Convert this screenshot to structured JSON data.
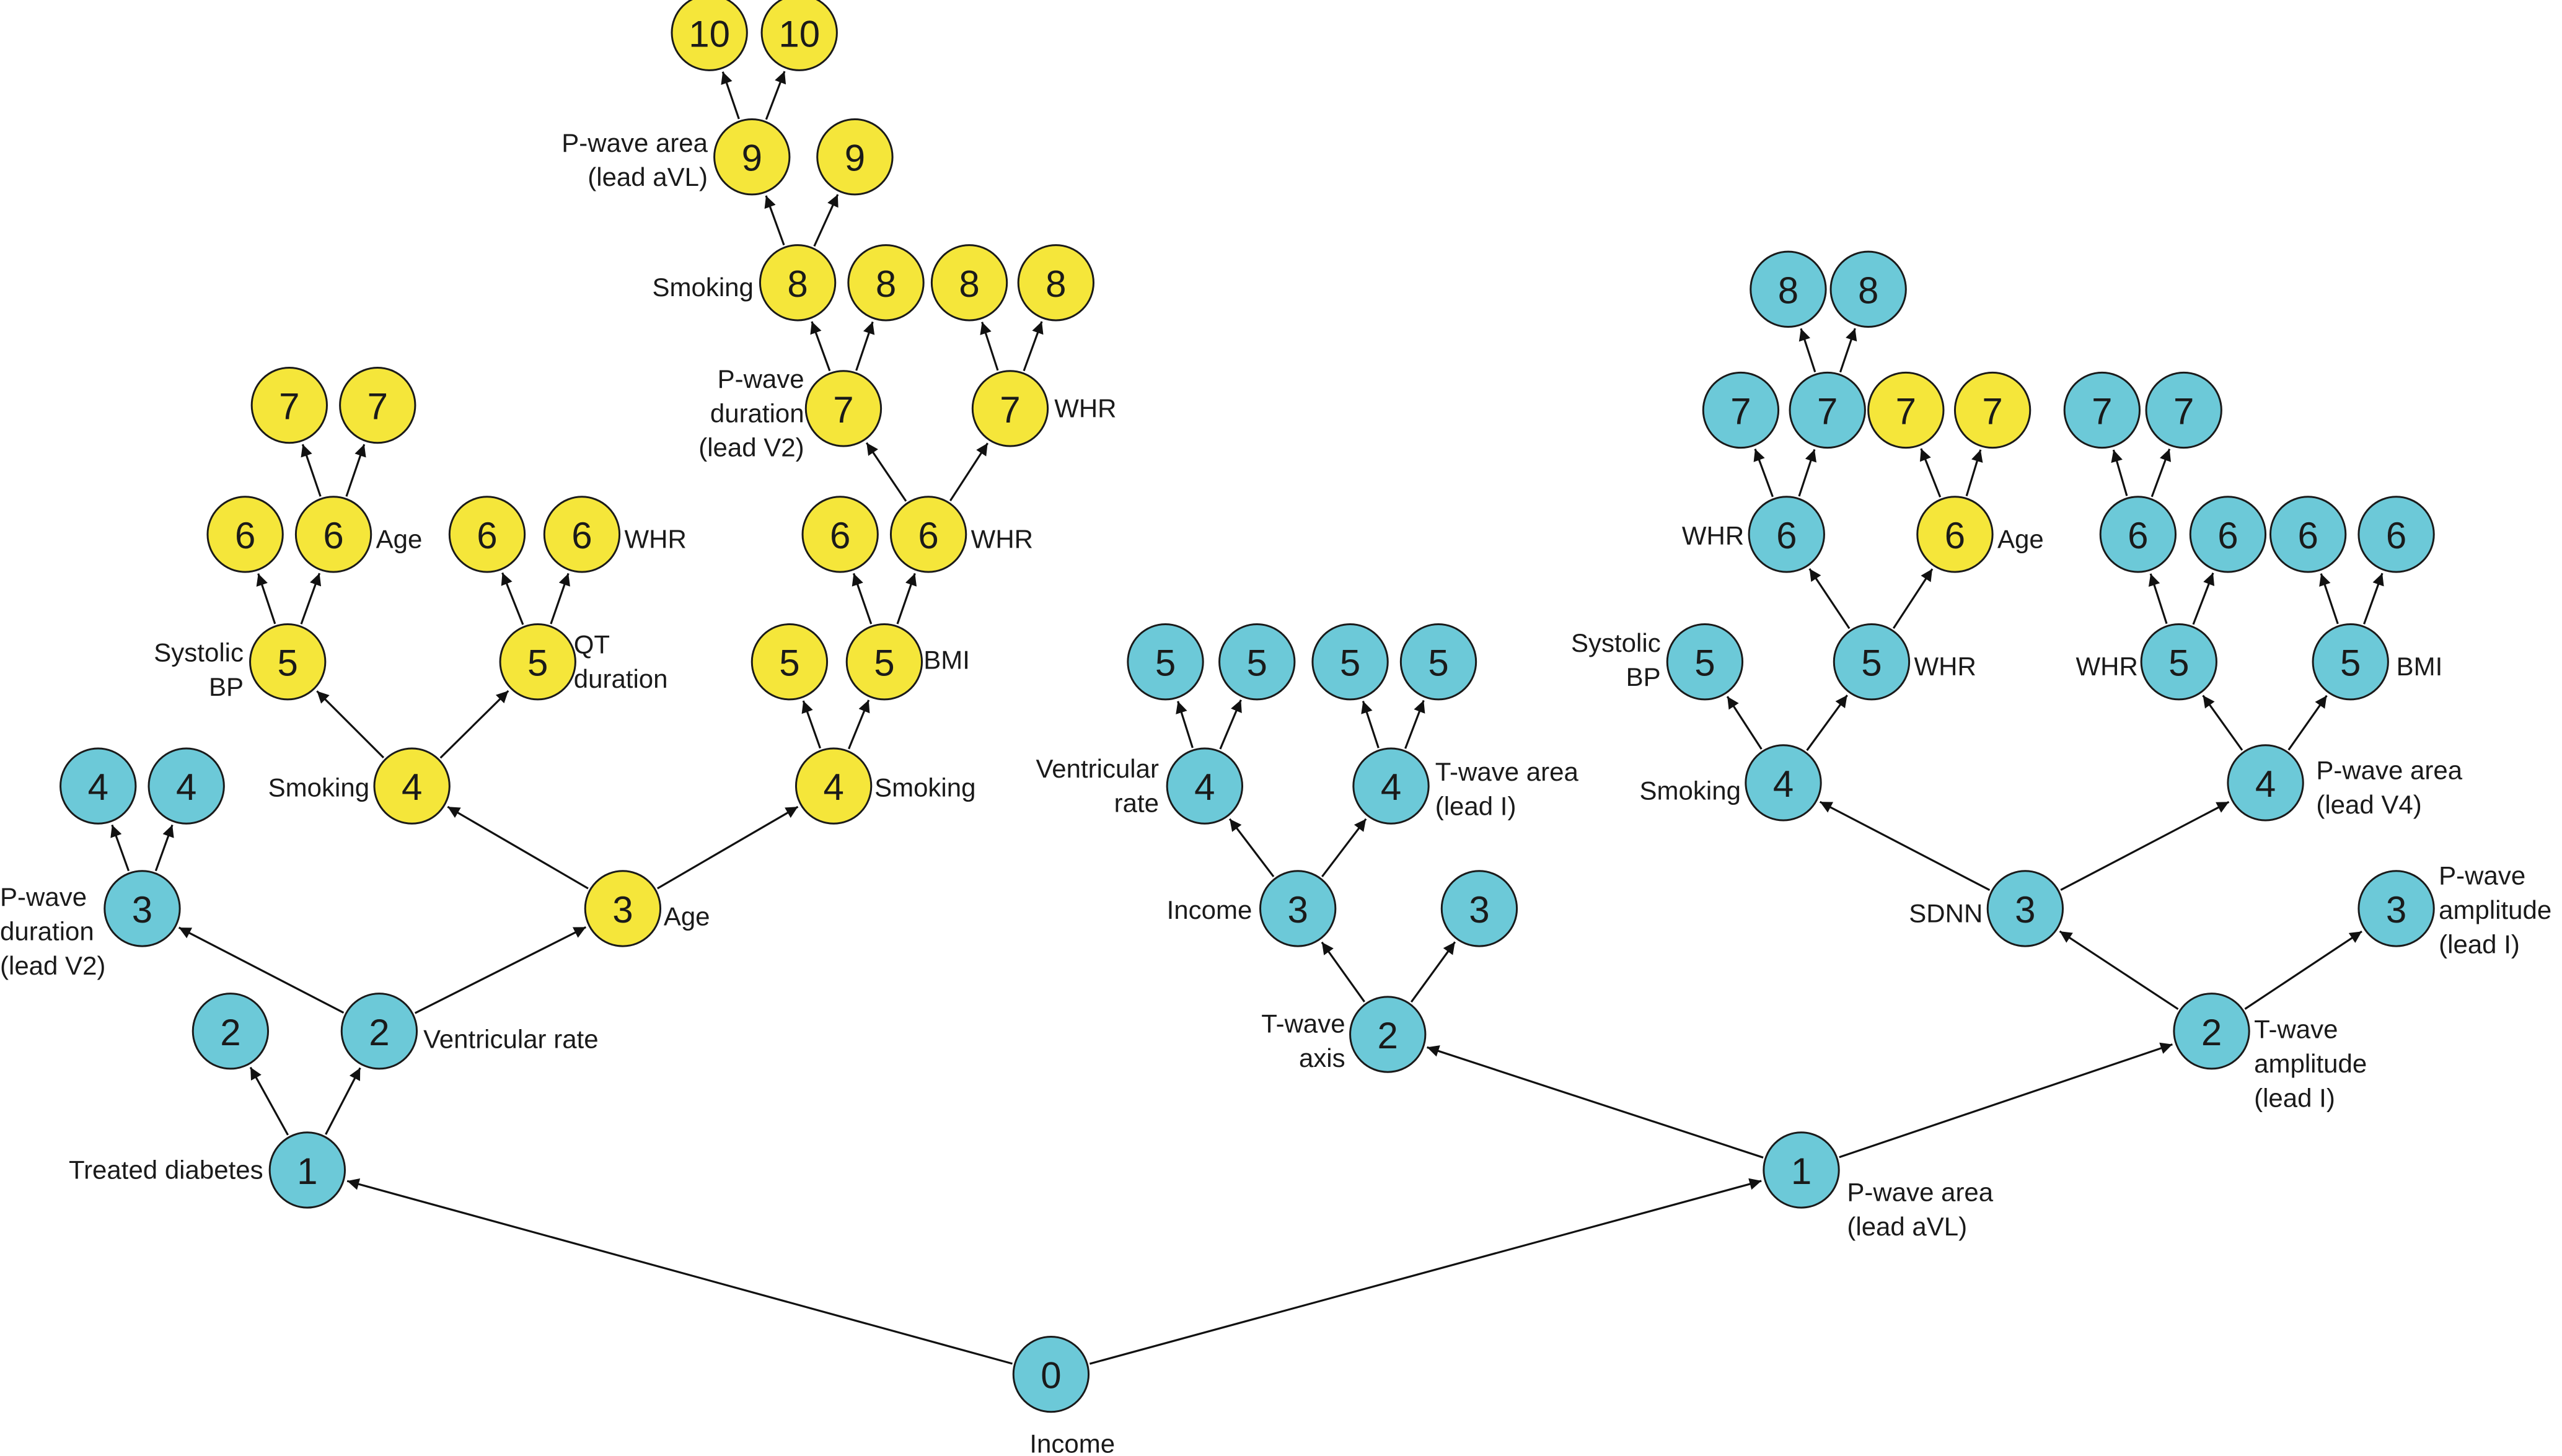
{
  "colors": {
    "cyan": "#6cc9d8",
    "yellow": "#f5e63a",
    "stroke": "#1a1a1a"
  },
  "nodes": [
    {
      "id": "root",
      "num": "0",
      "color": "cyan",
      "label": [
        "Income"
      ]
    },
    {
      "id": "l1",
      "num": "1",
      "color": "cyan",
      "label": [
        "Treated diabetes"
      ]
    },
    {
      "id": "r1",
      "num": "1",
      "color": "cyan",
      "label": [
        "P-wave area",
        "(lead aVL)"
      ]
    },
    {
      "id": "l2a",
      "num": "2",
      "color": "cyan",
      "label": []
    },
    {
      "id": "l2b",
      "num": "2",
      "color": "cyan",
      "label": [
        "Ventricular rate"
      ]
    },
    {
      "id": "l3a",
      "num": "3",
      "color": "cyan",
      "label": [
        "P-wave",
        "duration",
        "(lead V2)"
      ]
    },
    {
      "id": "l4a",
      "num": "4",
      "color": "cyan",
      "label": []
    },
    {
      "id": "l4b",
      "num": "4",
      "color": "cyan",
      "label": []
    },
    {
      "id": "y3",
      "num": "3",
      "color": "yellow",
      "label": [
        "Age"
      ]
    },
    {
      "id": "y4a",
      "num": "4",
      "color": "yellow",
      "label": [
        "Smoking"
      ]
    },
    {
      "id": "y4b",
      "num": "4",
      "color": "yellow",
      "label": [
        "Smoking"
      ]
    },
    {
      "id": "y5a",
      "num": "5",
      "color": "yellow",
      "label": [
        "Systolic",
        "BP"
      ]
    },
    {
      "id": "y5b",
      "num": "5",
      "color": "yellow",
      "label": [
        "QT",
        "duration"
      ]
    },
    {
      "id": "y5c",
      "num": "5",
      "color": "yellow",
      "label": []
    },
    {
      "id": "y5d",
      "num": "5",
      "color": "yellow",
      "label": [
        "BMI"
      ]
    },
    {
      "id": "y6a",
      "num": "6",
      "color": "yellow",
      "label": []
    },
    {
      "id": "y6b",
      "num": "6",
      "color": "yellow",
      "label": [
        "Age"
      ]
    },
    {
      "id": "y6c",
      "num": "6",
      "color": "yellow",
      "label": []
    },
    {
      "id": "y6d",
      "num": "6",
      "color": "yellow",
      "label": [
        "WHR"
      ]
    },
    {
      "id": "y6e",
      "num": "6",
      "color": "yellow",
      "label": []
    },
    {
      "id": "y6f",
      "num": "6",
      "color": "yellow",
      "label": [
        "WHR"
      ]
    },
    {
      "id": "y7a",
      "num": "7",
      "color": "yellow",
      "label": []
    },
    {
      "id": "y7b",
      "num": "7",
      "color": "yellow",
      "label": []
    },
    {
      "id": "y7c",
      "num": "7",
      "color": "yellow",
      "label": [
        "P-wave",
        "duration",
        "(lead V2)"
      ]
    },
    {
      "id": "y7d",
      "num": "7",
      "color": "yellow",
      "label": [
        "WHR"
      ]
    },
    {
      "id": "y8a",
      "num": "8",
      "color": "yellow",
      "label": [
        "Smoking"
      ]
    },
    {
      "id": "y8b",
      "num": "8",
      "color": "yellow",
      "label": []
    },
    {
      "id": "y8c",
      "num": "8",
      "color": "yellow",
      "label": []
    },
    {
      "id": "y8d",
      "num": "8",
      "color": "yellow",
      "label": []
    },
    {
      "id": "y9a",
      "num": "9",
      "color": "yellow",
      "label": [
        "P-wave area",
        "(lead aVL)"
      ]
    },
    {
      "id": "y9b",
      "num": "9",
      "color": "yellow",
      "label": []
    },
    {
      "id": "y10a",
      "num": "10",
      "color": "yellow",
      "label": []
    },
    {
      "id": "y10b",
      "num": "10",
      "color": "yellow",
      "label": []
    },
    {
      "id": "m2",
      "num": "2",
      "color": "cyan",
      "label": [
        "T-wave",
        "axis"
      ]
    },
    {
      "id": "m3a",
      "num": "3",
      "color": "cyan",
      "label": [
        "Income"
      ]
    },
    {
      "id": "m3b",
      "num": "3",
      "color": "cyan",
      "label": []
    },
    {
      "id": "m4a",
      "num": "4",
      "color": "cyan",
      "label": [
        "Ventricular",
        "rate"
      ]
    },
    {
      "id": "m4b",
      "num": "4",
      "color": "cyan",
      "label": [
        "T-wave area",
        "(lead I)"
      ]
    },
    {
      "id": "m5a",
      "num": "5",
      "color": "cyan",
      "label": []
    },
    {
      "id": "m5b",
      "num": "5",
      "color": "cyan",
      "label": []
    },
    {
      "id": "m5c",
      "num": "5",
      "color": "cyan",
      "label": []
    },
    {
      "id": "m5d",
      "num": "5",
      "color": "cyan",
      "label": []
    },
    {
      "id": "r2",
      "num": "2",
      "color": "cyan",
      "label": [
        "T-wave",
        "amplitude",
        "(lead I)"
      ]
    },
    {
      "id": "r3a",
      "num": "3",
      "color": "cyan",
      "label": [
        "SDNN"
      ]
    },
    {
      "id": "r3b",
      "num": "3",
      "color": "cyan",
      "label": [
        "P-wave",
        "amplitude",
        "(lead I)"
      ]
    },
    {
      "id": "r4a",
      "num": "4",
      "color": "cyan",
      "label": [
        "Smoking"
      ]
    },
    {
      "id": "r4b",
      "num": "4",
      "color": "cyan",
      "label": [
        "P-wave area",
        "(lead V4)"
      ]
    },
    {
      "id": "r5a",
      "num": "5",
      "color": "cyan",
      "label": [
        "Systolic",
        "BP"
      ]
    },
    {
      "id": "r5b",
      "num": "5",
      "color": "cyan",
      "label": [
        "WHR"
      ]
    },
    {
      "id": "r5c",
      "num": "5",
      "color": "cyan",
      "label": [
        "WHR"
      ]
    },
    {
      "id": "r5d",
      "num": "5",
      "color": "cyan",
      "label": [
        "BMI"
      ]
    },
    {
      "id": "r6a",
      "num": "6",
      "color": "cyan",
      "label": [
        "WHR"
      ]
    },
    {
      "id": "r6b",
      "num": "6",
      "color": "yellow",
      "label": [
        "Age"
      ]
    },
    {
      "id": "r6c",
      "num": "6",
      "color": "cyan",
      "label": []
    },
    {
      "id": "r6d",
      "num": "6",
      "color": "cyan",
      "label": []
    },
    {
      "id": "r6e",
      "num": "6",
      "color": "cyan",
      "label": []
    },
    {
      "id": "r6f",
      "num": "6",
      "color": "cyan",
      "label": []
    },
    {
      "id": "r7a",
      "num": "7",
      "color": "cyan",
      "label": []
    },
    {
      "id": "r7b",
      "num": "7",
      "color": "cyan",
      "label": []
    },
    {
      "id": "r7c",
      "num": "7",
      "color": "yellow",
      "label": []
    },
    {
      "id": "r7d",
      "num": "7",
      "color": "yellow",
      "label": []
    },
    {
      "id": "r7e",
      "num": "7",
      "color": "cyan",
      "label": []
    },
    {
      "id": "r7f",
      "num": "7",
      "color": "cyan",
      "label": []
    },
    {
      "id": "r8a",
      "num": "8",
      "color": "cyan",
      "label": []
    },
    {
      "id": "r8b",
      "num": "8",
      "color": "cyan",
      "label": []
    }
  ],
  "edges": [
    [
      "root",
      "l1"
    ],
    [
      "root",
      "r1"
    ],
    [
      "l1",
      "l2a"
    ],
    [
      "l1",
      "l2b"
    ],
    [
      "l2b",
      "l3a"
    ],
    [
      "l2b",
      "y3"
    ],
    [
      "l3a",
      "l4a"
    ],
    [
      "l3a",
      "l4b"
    ],
    [
      "y3",
      "y4a"
    ],
    [
      "y3",
      "y4b"
    ],
    [
      "y4a",
      "y5a"
    ],
    [
      "y4a",
      "y5b"
    ],
    [
      "y4b",
      "y5c"
    ],
    [
      "y4b",
      "y5d"
    ],
    [
      "y5a",
      "y6a"
    ],
    [
      "y5a",
      "y6b"
    ],
    [
      "y5b",
      "y6c"
    ],
    [
      "y5b",
      "y6d"
    ],
    [
      "y5d",
      "y6e"
    ],
    [
      "y5d",
      "y6f"
    ],
    [
      "y6b",
      "y7a"
    ],
    [
      "y6b",
      "y7b"
    ],
    [
      "y6f",
      "y7c"
    ],
    [
      "y6f",
      "y7d"
    ],
    [
      "y7c",
      "y8a"
    ],
    [
      "y7c",
      "y8b"
    ],
    [
      "y7d",
      "y8c"
    ],
    [
      "y7d",
      "y8d"
    ],
    [
      "y8a",
      "y9a"
    ],
    [
      "y8a",
      "y9b"
    ],
    [
      "y9a",
      "y10a"
    ],
    [
      "y9a",
      "y10b"
    ],
    [
      "r1",
      "m2"
    ],
    [
      "r1",
      "r2"
    ],
    [
      "m2",
      "m3a"
    ],
    [
      "m2",
      "m3b"
    ],
    [
      "m3a",
      "m4a"
    ],
    [
      "m3a",
      "m4b"
    ],
    [
      "m4a",
      "m5a"
    ],
    [
      "m4a",
      "m5b"
    ],
    [
      "m4b",
      "m5c"
    ],
    [
      "m4b",
      "m5d"
    ],
    [
      "r2",
      "r3a"
    ],
    [
      "r2",
      "r3b"
    ],
    [
      "r3a",
      "r4a"
    ],
    [
      "r3a",
      "r4b"
    ],
    [
      "r4a",
      "r5a"
    ],
    [
      "r4a",
      "r5b"
    ],
    [
      "r4b",
      "r5c"
    ],
    [
      "r4b",
      "r5d"
    ],
    [
      "r5b",
      "r6a"
    ],
    [
      "r5b",
      "r6b"
    ],
    [
      "r5c",
      "r6c"
    ],
    [
      "r5c",
      "r6d"
    ],
    [
      "r5d",
      "r6e"
    ],
    [
      "r5d",
      "r6f"
    ],
    [
      "r6a",
      "r7a"
    ],
    [
      "r6a",
      "r7b"
    ],
    [
      "r6b",
      "r7c"
    ],
    [
      "r6b",
      "r7d"
    ],
    [
      "r6c",
      "r7e"
    ],
    [
      "r6c",
      "r7f"
    ],
    [
      "r7b",
      "r8a"
    ],
    [
      "r7b",
      "r8b"
    ]
  ]
}
